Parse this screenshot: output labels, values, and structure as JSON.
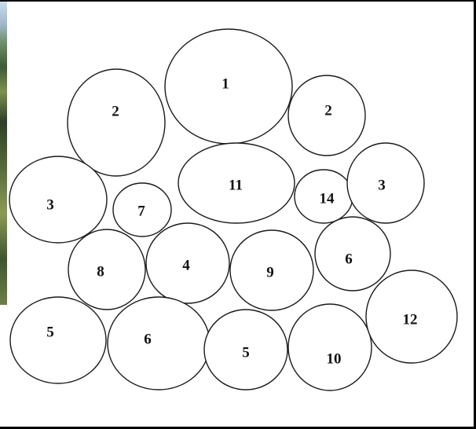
{
  "diagram": {
    "circles": [
      {
        "id": "c1",
        "label": "1"
      },
      {
        "id": "c2a",
        "label": "2"
      },
      {
        "id": "c2b",
        "label": "2"
      },
      {
        "id": "c11",
        "label": "11"
      },
      {
        "id": "c3a",
        "label": "3"
      },
      {
        "id": "c7",
        "label": "7"
      },
      {
        "id": "c14",
        "label": "14"
      },
      {
        "id": "c3b",
        "label": "3"
      },
      {
        "id": "c8",
        "label": "8"
      },
      {
        "id": "c4",
        "label": "4"
      },
      {
        "id": "c9",
        "label": "9"
      },
      {
        "id": "c6a",
        "label": "6"
      },
      {
        "id": "c5a",
        "label": "5"
      },
      {
        "id": "c6b",
        "label": "6"
      },
      {
        "id": "c5b",
        "label": "5"
      },
      {
        "id": "c10",
        "label": "10"
      },
      {
        "id": "c12",
        "label": "12"
      }
    ]
  }
}
